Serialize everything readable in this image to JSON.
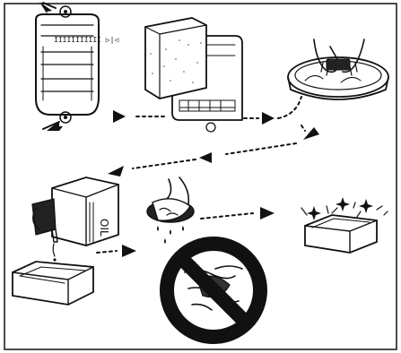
{
  "diagram": {
    "cover_label": "IIIIIIIIIII ▷|◁",
    "oil_label": "OIL",
    "colors": {
      "ink": "#111111",
      "paper": "#ffffff"
    },
    "steps": [
      {
        "id": "remove-cover",
        "icon": "air-cleaner-cover-icon"
      },
      {
        "id": "remove-element",
        "icon": "foam-element-icon"
      },
      {
        "id": "wash",
        "icon": "washing-basin-icon"
      },
      {
        "id": "oil",
        "icon": "oil-can-icon"
      },
      {
        "id": "squeeze",
        "icon": "squeezing-hand-icon"
      },
      {
        "id": "do-not-wring",
        "icon": "prohibited-wringing-icon"
      },
      {
        "id": "clean",
        "icon": "clean-element-icon"
      }
    ]
  }
}
